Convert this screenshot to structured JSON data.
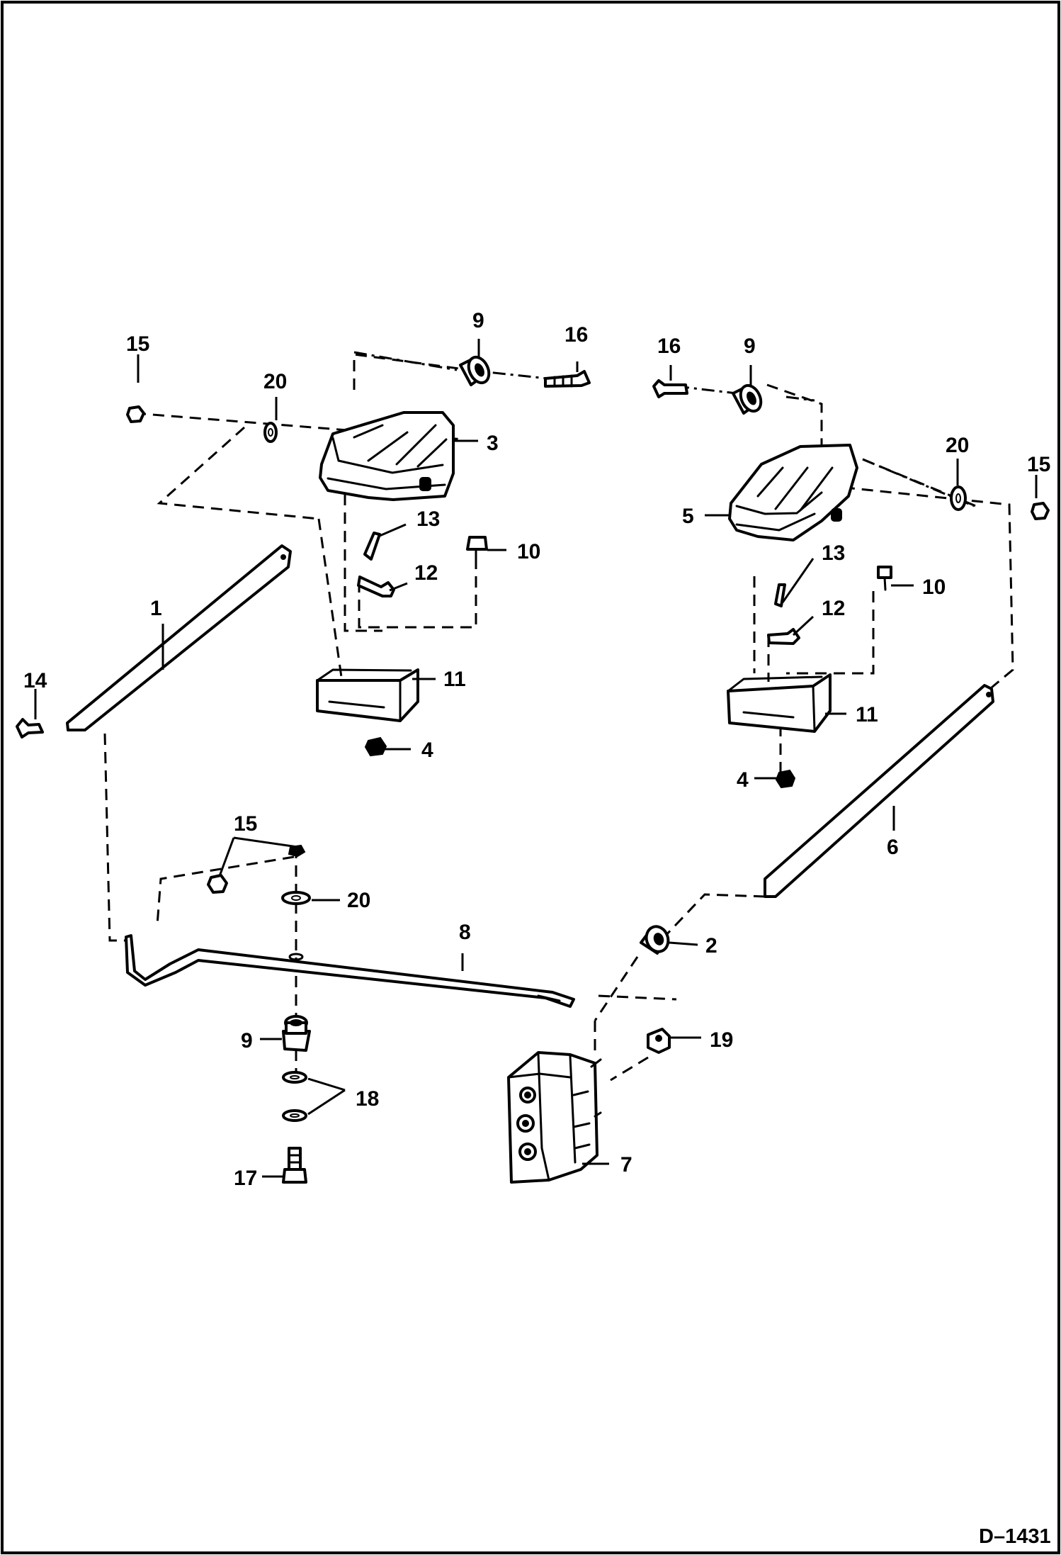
{
  "drawing_id": "D–1431",
  "callouts": {
    "c1": "1",
    "c2": "2",
    "c3": "3",
    "c4a": "4",
    "c4b": "4",
    "c5": "5",
    "c6": "6",
    "c7": "7",
    "c8": "8",
    "c9a": "9",
    "c9b": "9",
    "c9c": "9",
    "c10a": "10",
    "c10b": "10",
    "c11a": "11",
    "c11b": "11",
    "c12a": "12",
    "c12b": "12",
    "c13a": "13",
    "c13b": "13",
    "c14": "14",
    "c15a": "15",
    "c15b": "15",
    "c15c": "15",
    "c16a": "16",
    "c16b": "16",
    "c17": "17",
    "c18": "18",
    "c19": "19",
    "c20a": "20",
    "c20b": "20",
    "c20c": "20"
  }
}
